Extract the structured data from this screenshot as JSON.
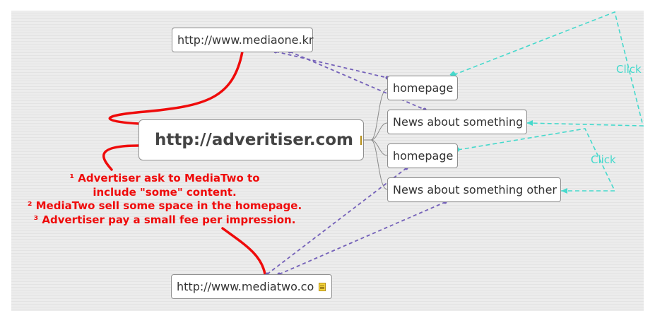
{
  "central": {
    "label": "http://adveritiser.com",
    "icon": "note-icon"
  },
  "publishers": {
    "mediaone": {
      "label": "http://www.mediaone.kr"
    },
    "mediatwo": {
      "label": "http://www.mediatwo.co",
      "icon": "note-icon"
    }
  },
  "branches": [
    {
      "label": "homepage"
    },
    {
      "label": "News about something"
    },
    {
      "label": "homepage"
    },
    {
      "label": "News about something other"
    }
  ],
  "annotation": [
    "¹ Advertiser ask to MediaTwo to",
    "include \"some\" content.",
    "² MediaTwo sell some space in the homepage.",
    "³ Advertiser pay a small fee per impression."
  ],
  "click_labels": [
    "Click",
    "Click"
  ],
  "colors": {
    "canvas": "#ececec",
    "node_border": "#8f8f8f",
    "relationship_red": "#ef0b0b",
    "relationship_purple": "#7461b9",
    "relationship_teal": "#45d9cc",
    "branch_line": "#8a8a8a"
  }
}
